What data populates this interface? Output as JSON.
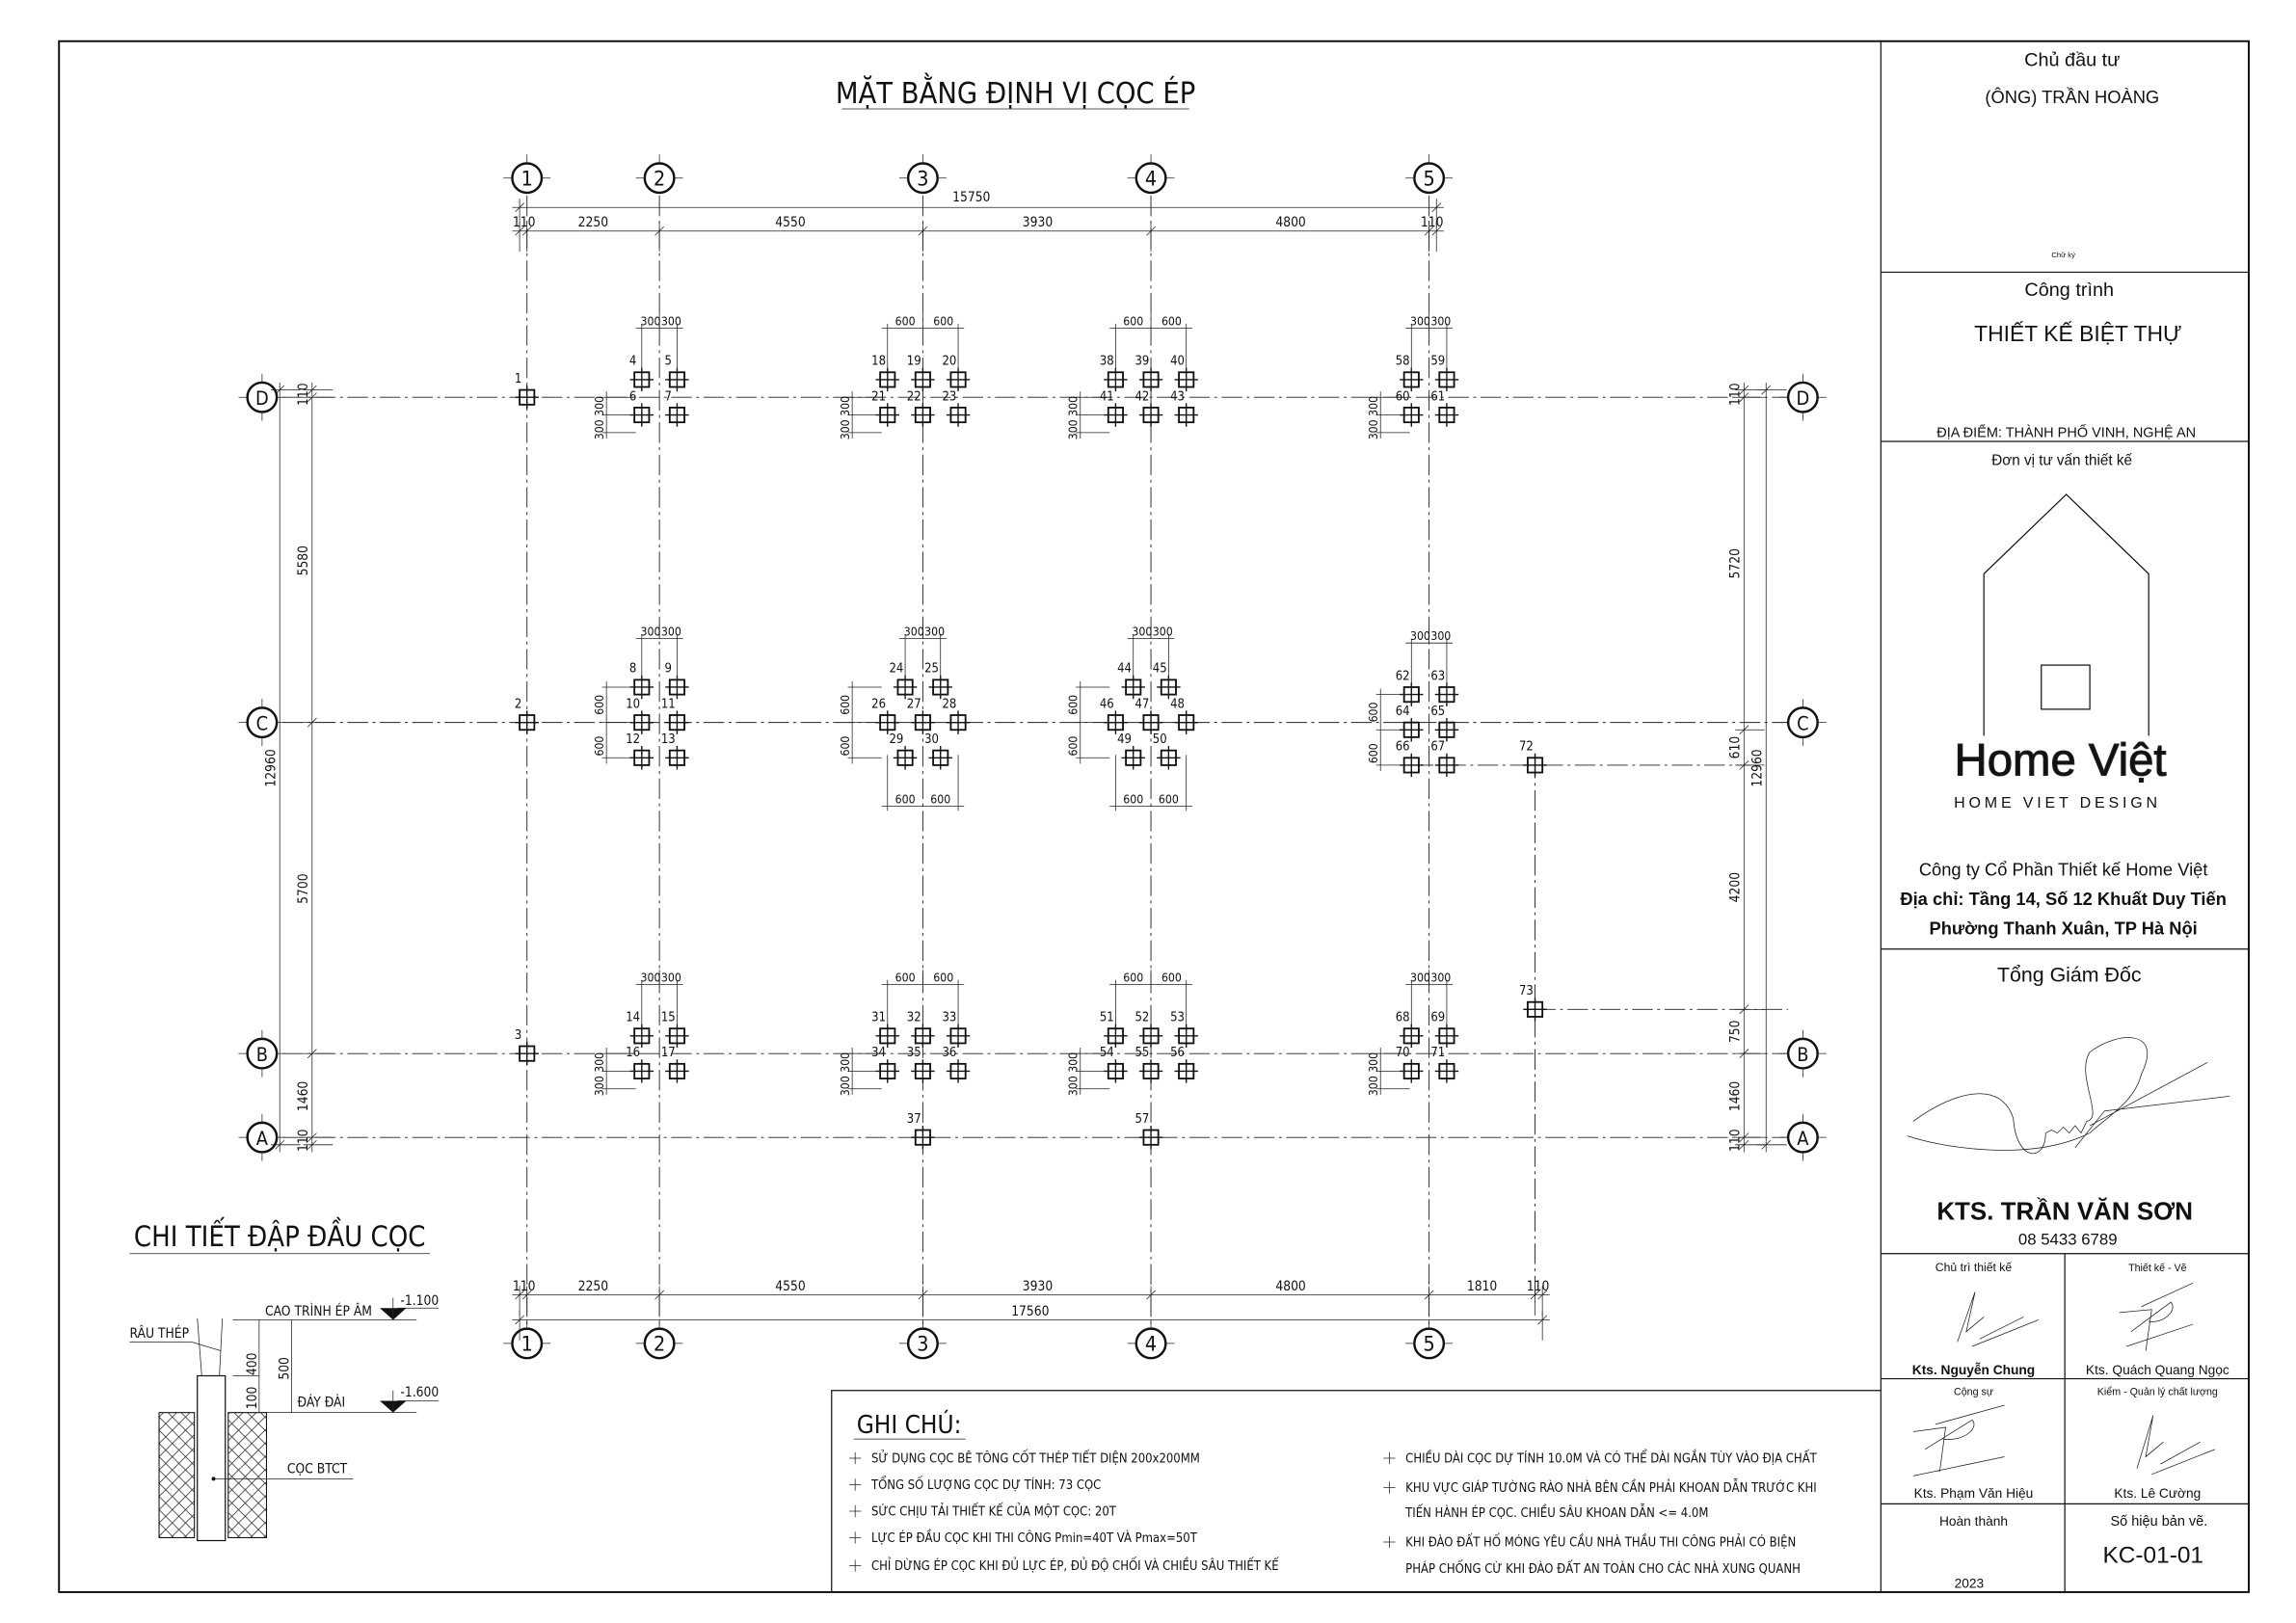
{
  "plan": {
    "title": "MẶT BẰNG ĐỊNH VỊ CỌC ÉP",
    "axes_cols": [
      "1",
      "2",
      "3",
      "4",
      "5"
    ],
    "axes_rows": [
      "D",
      "C",
      "B",
      "A"
    ],
    "top_dims": {
      "overall": "15750",
      "segments": [
        "110",
        "2250",
        "4550",
        "3930",
        "4800",
        "110"
      ]
    },
    "bottom_dims": {
      "overall": "17560",
      "segments": [
        "110",
        "2250",
        "4550",
        "3930",
        "4800",
        "1810",
        "110"
      ]
    },
    "left_dims": {
      "overall": "12960",
      "segments": [
        "110",
        "5580",
        "5700",
        "1460",
        "110"
      ]
    },
    "right_dims": {
      "overall": "12960",
      "segments": [
        "110",
        "5720",
        "610",
        "4200",
        "750",
        "1460",
        "110"
      ]
    },
    "pile_labels": [
      "1",
      "2",
      "3",
      "4",
      "5",
      "6",
      "7",
      "8",
      "9",
      "10",
      "11",
      "12",
      "13",
      "14",
      "15",
      "16",
      "17",
      "18",
      "19",
      "20",
      "21",
      "22",
      "23",
      "24",
      "25",
      "26",
      "27",
      "28",
      "29",
      "30",
      "31",
      "32",
      "33",
      "34",
      "35",
      "36",
      "37",
      "38",
      "39",
      "40",
      "41",
      "42",
      "43",
      "44",
      "45",
      "46",
      "47",
      "48",
      "49",
      "50",
      "51",
      "52",
      "53",
      "54",
      "55",
      "56",
      "57",
      "58",
      "59",
      "60",
      "61",
      "62",
      "63",
      "64",
      "65",
      "66",
      "67",
      "68",
      "69",
      "70",
      "71",
      "72",
      "73"
    ],
    "group_dims": {
      "d2": [
        "300",
        "300",
        "300",
        "300"
      ],
      "d3": [
        "600",
        "600",
        "300",
        "300"
      ],
      "d4": [
        "600",
        "600",
        "300",
        "300"
      ],
      "d5": [
        "300",
        "300",
        "300",
        "300"
      ],
      "c2": [
        "300",
        "300",
        "600",
        "600"
      ],
      "c3": [
        "300",
        "300",
        "600",
        "600",
        "600",
        "600"
      ],
      "c4": [
        "300",
        "300",
        "600",
        "600",
        "600",
        "600"
      ],
      "c5": [
        "300",
        "300",
        "600",
        "600"
      ],
      "b2": [
        "300",
        "300",
        "300",
        "300"
      ],
      "b3": [
        "600",
        "600",
        "300",
        "300"
      ],
      "b4": [
        "600",
        "600",
        "300",
        "300"
      ],
      "b5": [
        "300",
        "300",
        "300",
        "300"
      ]
    }
  },
  "detail": {
    "title": "CHI TIẾT ĐẬP ĐẦU CỌC",
    "rebar_label": "RÂU THÉP",
    "top_level_label": "CAO TRÌNH ÉP ÂM",
    "top_level_value": "-1.100",
    "bottom_level_label": "ĐÁY ĐÀI",
    "bottom_level_value": "-1.600",
    "dim_400": "400",
    "dim_500": "500",
    "dim_100": "100",
    "pile_label": "CỌC BTCT"
  },
  "notes": {
    "title": "GHI CHÚ:",
    "left": [
      "SỬ DỤNG CỌC BÊ TÔNG CỐT THÉP TIẾT DIỆN 200x200MM",
      "TỔNG SỐ LƯỢNG CỌC DỰ TÍNH: 73 CỌC",
      "SỨC CHỊU TẢI THIẾT KẾ CỦA MỘT CỌC: 20T",
      "LỰC ÉP ĐẦU CỌC KHI THI CÔNG Pmin=40T VÀ Pmax=50T",
      "CHỈ DỪNG ÉP CỌC KHI ĐỦ LỰC ÉP, ĐỦ ĐỘ CHỐI VÀ CHIỀU SÂU THIẾT KẾ"
    ],
    "right": [
      "CHIỀU DÀI CỌC DỰ TÍNH 10.0M VÀ CÓ THỂ DÀI NGẮN TÙY VÀO ĐỊA CHẤT",
      "KHU VỰC GIÁP TƯỜNG RÀO NHÀ BÊN CẦN PHẢI KHOAN DẪN TRƯỚC KHI",
      "TIẾN HÀNH ÉP CỌC. CHIỀU SÂU KHOAN DẪN <= 4.0M",
      "KHI ĐÀO ĐẤT HỐ MÓNG YÊU CẦU NHÀ THẦU THI CÔNG PHẢI CÓ BIỆN",
      "PHÁP CHỐNG CỪ KHI ĐÀO ĐẤT AN TOÀN CHO CÁC NHÀ XUNG QUANH"
    ]
  },
  "title_block": {
    "owner_heading": "Chủ đầu tư",
    "owner_name": "(ÔNG) TRẦN HOÀNG",
    "signature_label": "Chữ ký",
    "project_heading": "Công trình",
    "project_name": "THIẾT KẾ BIỆT THỰ",
    "location": "ĐỊA ĐIỂM: THÀNH PHỐ VINH, NGHỆ AN",
    "consultant_heading": "Đơn vị tư vấn thiết kế",
    "logo_text": "Home Việt",
    "logo_subtitle": "HOME VIET DESIGN",
    "company_name": "Công ty Cổ Phần Thiết kế Home Việt",
    "address_line1": "Địa chỉ: Tầng 14, Số 12 Khuất Duy Tiến",
    "address_line2": "Phường Thanh Xuân, TP Hà Nội",
    "director_heading": "Tổng Giám Đốc",
    "director_name": "KTS. TRẦN VĂN SƠN",
    "director_phone": "08 5433 6789",
    "roles": [
      {
        "role": "Chủ trì thiết kế",
        "name": "Kts. Nguyễn Chung"
      },
      {
        "role": "Thiết kế - Vẽ",
        "name": "Kts. Quách Quang Ngọc"
      },
      {
        "role": "Cộng sự",
        "name": "Kts. Phạm Văn Hiệu"
      },
      {
        "role": "Kiểm - Quản lý chất lượng",
        "name": "Kts. Lê Cường"
      }
    ],
    "completed_label": "Hoàn thành",
    "completed_year": "2023",
    "drawing_no_label": "Số hiệu bản vẽ.",
    "drawing_no": "KC-01-01"
  }
}
